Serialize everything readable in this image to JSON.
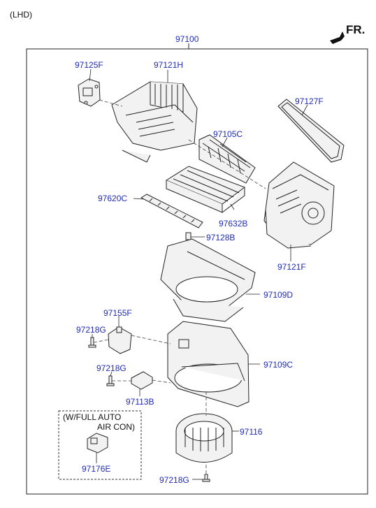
{
  "header": {
    "variant": "(LHD)",
    "direction": "FR."
  },
  "assembly": {
    "part_no": "97100"
  },
  "parts": [
    {
      "id": "97125F"
    },
    {
      "id": "97121H"
    },
    {
      "id": "97127F"
    },
    {
      "id": "97105C"
    },
    {
      "id": "97620C"
    },
    {
      "id": "97632B"
    },
    {
      "id": "97128B"
    },
    {
      "id": "97121F"
    },
    {
      "id": "97109D"
    },
    {
      "id": "97155F"
    },
    {
      "id": "97218G"
    },
    {
      "id": "97109C"
    },
    {
      "id": "97218G"
    },
    {
      "id": "97113B"
    },
    {
      "id": "97116"
    },
    {
      "id": "97176E"
    },
    {
      "id": "97218G"
    }
  ],
  "option_box": {
    "line1": "(W/FULL AUTO",
    "line2": "AIR CON)"
  },
  "colors": {
    "label": "#1f2bb8",
    "line": "#222222",
    "part_fill": "#f2f2f2"
  }
}
